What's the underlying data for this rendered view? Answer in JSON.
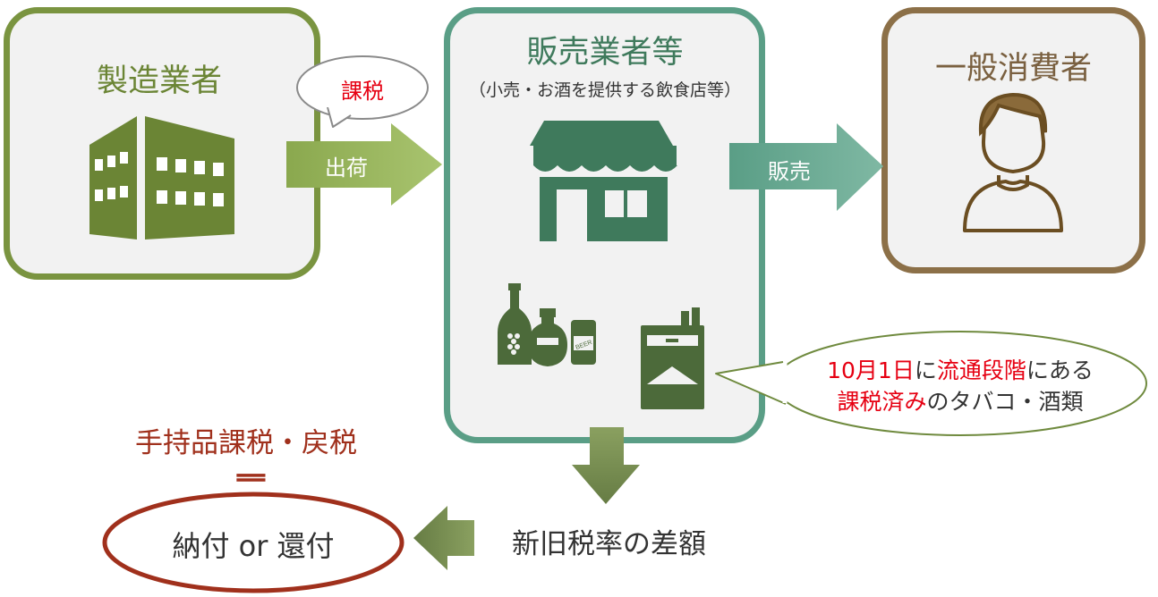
{
  "manufacturer": {
    "title": "製造業者",
    "color": "#7a9440"
  },
  "seller": {
    "title": "販売業者等",
    "subtitle": "（小売・お酒を提供する飲食店等）",
    "color": "#5a9e86"
  },
  "consumer": {
    "title": "一般消費者",
    "color": "#8c7048"
  },
  "flow": {
    "ship_label": "出荷",
    "sell_label": "販売",
    "tax_bubble": "課税",
    "difference_label": "新旧税率の差額"
  },
  "note": {
    "line1": [
      {
        "text": "10月1日",
        "color": "#e60012"
      },
      {
        "text": "に",
        "color": "#333333"
      },
      {
        "text": "流通段階",
        "color": "#e60012"
      },
      {
        "text": "にある",
        "color": "#333333"
      }
    ],
    "line2": [
      {
        "text": "課税済み",
        "color": "#e60012"
      },
      {
        "text": "のタバコ・酒類",
        "color": "#333333"
      }
    ]
  },
  "result": {
    "top_label": "手持品課税・戻税",
    "equals": "‖",
    "oval_label": "納付 or 還付",
    "color": "#a0301c"
  },
  "icons": {
    "factory": "factory-icon",
    "shop": "shop-icon",
    "person": "person-icon",
    "bottles": "liquor-bottles-icon",
    "cigarettes": "cigarette-pack-icon"
  }
}
